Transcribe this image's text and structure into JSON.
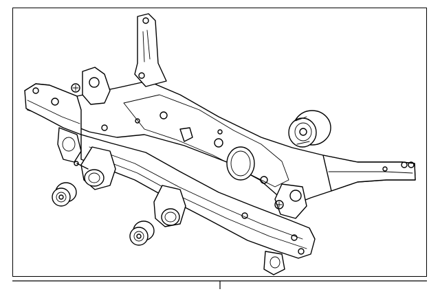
{
  "diagram": {
    "parts": [
      {
        "name": "rear-crossmember-subframe",
        "callout": ""
      },
      {
        "name": "subframe-bushing-large",
        "callout": ""
      },
      {
        "name": "subframe-bushing-left",
        "callout": ""
      },
      {
        "name": "subframe-bushing-center",
        "callout": ""
      }
    ]
  }
}
